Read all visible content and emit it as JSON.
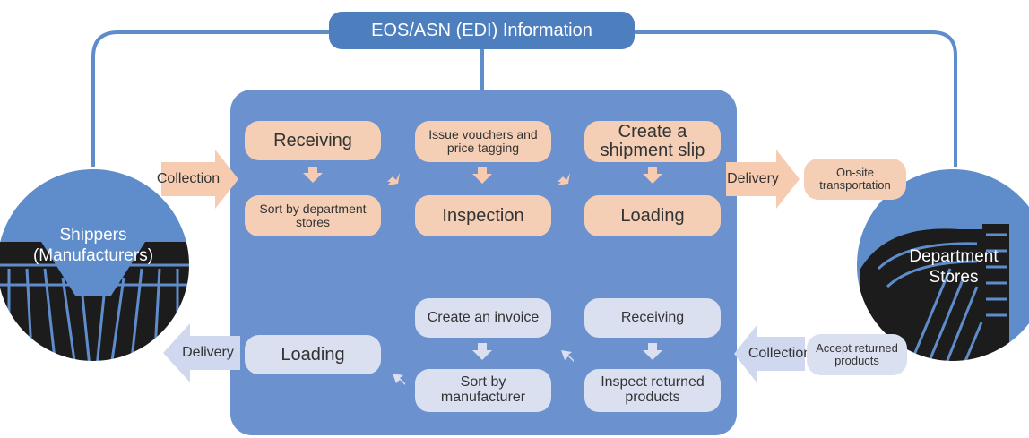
{
  "edi_label": "EOS/ASN (EDI) Information",
  "shippers": {
    "line1": "Shippers",
    "line2": "(Manufacturers)"
  },
  "stores": {
    "line1": "Department",
    "line2": "Stores"
  },
  "outbound": {
    "collection": "Collection",
    "receiving": "Receiving",
    "sort_by_store": "Sort by department stores",
    "issue_vouchers": "Issue vouchers and price tagging",
    "inspection": "Inspection",
    "create_shipment_slip": "Create a shipment slip",
    "loading": "Loading",
    "delivery": "Delivery",
    "onsite_transport": "On-site transportation"
  },
  "returns": {
    "accept_returned": "Accept returned products",
    "collection": "Collection",
    "receiving": "Receiving",
    "inspect_returned": "Inspect returned products",
    "create_invoice": "Create an invoice",
    "sort_by_manufacturer": "Sort by manufacturer",
    "loading": "Loading",
    "delivery": "Delivery"
  },
  "colors": {
    "main_blue": "#6b91cf",
    "dark_blue": "#4d7fbf",
    "peach": "#f4cfb6",
    "lavender": "#dbe0f1",
    "arrow_peach": "#f7cbb0",
    "arrow_lavender": "#cfd8ee"
  }
}
